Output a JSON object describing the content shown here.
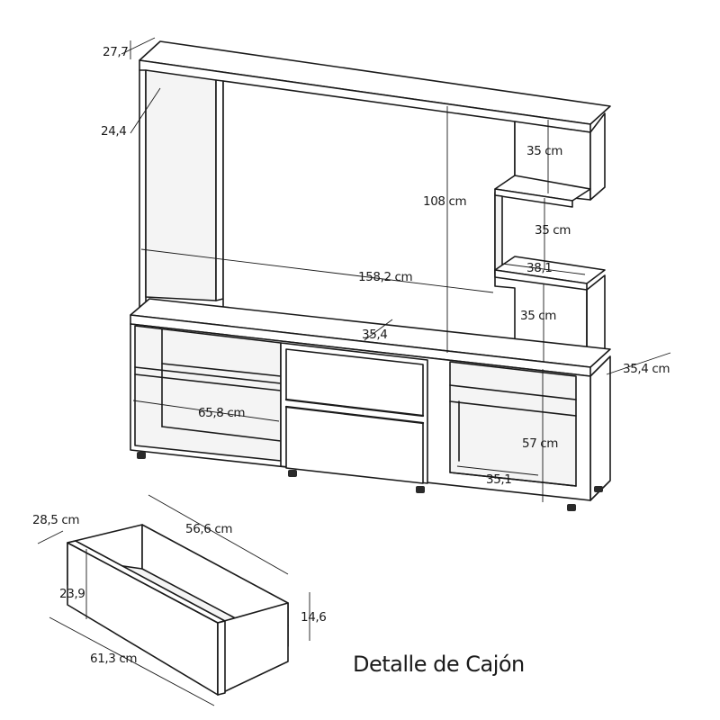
{
  "caption": "Detalle de Cajón",
  "dimensions": {
    "top_depth": "27,7",
    "left_upper": "24,4",
    "upper_height": "108 cm",
    "upper_width": "158,2 cm",
    "shelf_top": "35 cm",
    "shelf_mid": "35 cm",
    "shelf_bottom": "35 cm",
    "shelf_width": "38,1",
    "middle_width": "35,4",
    "base_depth": "35,4 cm",
    "left_width": "65,8 cm",
    "base_height": "57 cm",
    "right_width": "35,1"
  },
  "drawer": {
    "depth": "28,5 cm",
    "length": "56,6 cm",
    "height_outer": "23,9",
    "height_inner": "14,6",
    "width": "61,3 cm"
  }
}
